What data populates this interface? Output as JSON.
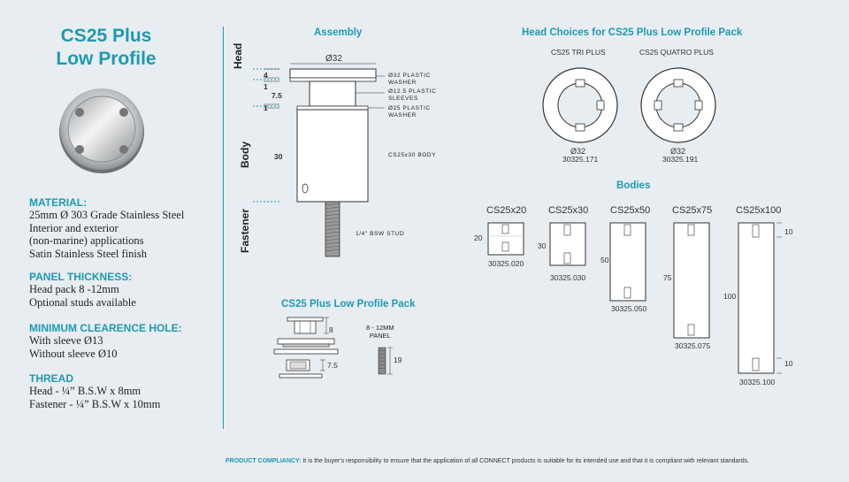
{
  "title": {
    "line1": "CS25 Plus",
    "line2": "Low Profile"
  },
  "specs": [
    {
      "heading": "MATERIAL:",
      "lines": [
        "25mm Ø 303 Grade Stainless Steel",
        "Interior and exterior",
        "(non-marine) applications",
        "Satin Stainless Steel finish"
      ]
    },
    {
      "heading": "PANEL THICKNESS:",
      "lines": [
        "Head pack 8 -12mm",
        "Optional studs available"
      ]
    },
    {
      "heading": "MINIMUM CLEARENCE HOLE:",
      "lines": [
        "With sleeve Ø13",
        "Without sleeve Ø10"
      ]
    },
    {
      "heading": "THREAD",
      "lines": [
        "Head - ¼” B.S.W x 8mm",
        "Fastener - ¼” B.S.W x 10mm"
      ]
    }
  ],
  "assembly": {
    "heading": "Assembly",
    "side_labels": {
      "head": "Head",
      "body": "Body",
      "fastener": "Fastener"
    },
    "dims": {
      "d32": "Ø32",
      "h4": "4",
      "h1a": "1",
      "h7_5": "7.5",
      "h1b": "1",
      "h30": "30"
    },
    "notes": {
      "washer32": [
        "Ø32 PLASTIC",
        "WASHER"
      ],
      "sleeves": [
        "Ø12.5 PLASTIC",
        "SLEEVES"
      ],
      "washer25": [
        "Ø25 PLASTIC",
        "WASHER"
      ],
      "body": "CS25x30 BODY",
      "stud": "1/4\" BSW STUD"
    }
  },
  "pack": {
    "heading": "CS25 Plus Low Profile Pack",
    "dim_8": "8",
    "dim_7_5": "7.5",
    "panel_label": [
      "8 - 12MM",
      "PANEL"
    ],
    "dim_19": "19"
  },
  "heads": {
    "heading": "Head Choices for CS25 Plus Low Profile Pack",
    "items": [
      {
        "name": "CS25 TRI PLUS",
        "dia": "Ø32",
        "code": "30325.171"
      },
      {
        "name": "CS25 QUATRO PLUS",
        "dia": "Ø32",
        "code": "30325.191"
      }
    ]
  },
  "bodies": {
    "heading": "Bodies",
    "items": [
      {
        "name": "CS25x20",
        "length": "20",
        "code": "30325.020"
      },
      {
        "name": "CS25x30",
        "length": "30",
        "code": "30325.030"
      },
      {
        "name": "CS25x50",
        "length": "50",
        "code": "30325.050"
      },
      {
        "name": "CS25x75",
        "length": "75",
        "code": "30325.075"
      },
      {
        "name": "CS25x100",
        "length": "100",
        "code": "30325.100"
      }
    ],
    "thread_top": "10",
    "thread_bottom": "10"
  },
  "footer": {
    "label": "PRODUCT COMPLIANCY:",
    "text": " It is the buyer's responsibility to ensure that the application of all CONNECT products is suitable for its intended use and that it is compliant with relevant standards."
  },
  "colors": {
    "accent": "#1d9ab2",
    "background": "#e8edf1"
  }
}
